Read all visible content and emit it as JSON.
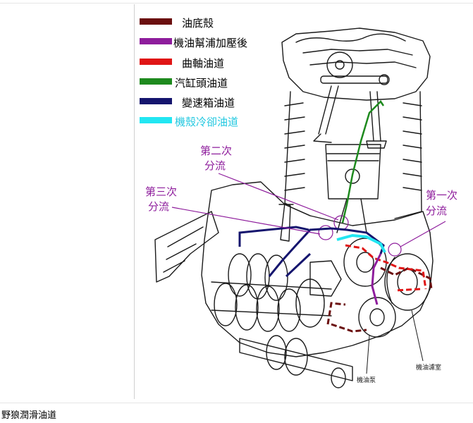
{
  "legend": {
    "items": [
      {
        "label": "油底殼",
        "color": "#6b0f0f"
      },
      {
        "label": "機油幫浦加壓後",
        "color": "#8e1d9c"
      },
      {
        "label": "曲軸油道",
        "color": "#e01515"
      },
      {
        "label": "汽缸頭油道",
        "color": "#1e8a1e"
      },
      {
        "label": "變速箱油道",
        "color": "#15156e"
      },
      {
        "label": "機殼冷卻油道",
        "color": "#22e6f2"
      }
    ]
  },
  "annotations": {
    "second_split": {
      "line1": "第二次",
      "line2": "分流"
    },
    "third_split": {
      "line1": "第三次",
      "line2": "分流"
    },
    "first_split": {
      "line1": "第一次",
      "line2": "分流"
    },
    "oil_filter_room": "機油濾室",
    "oil_pump": "機油泵"
  },
  "colors": {
    "annotation_text": "#8e1d9c",
    "ink": "#1a1a1a"
  },
  "caption": "野狼潤滑油道"
}
